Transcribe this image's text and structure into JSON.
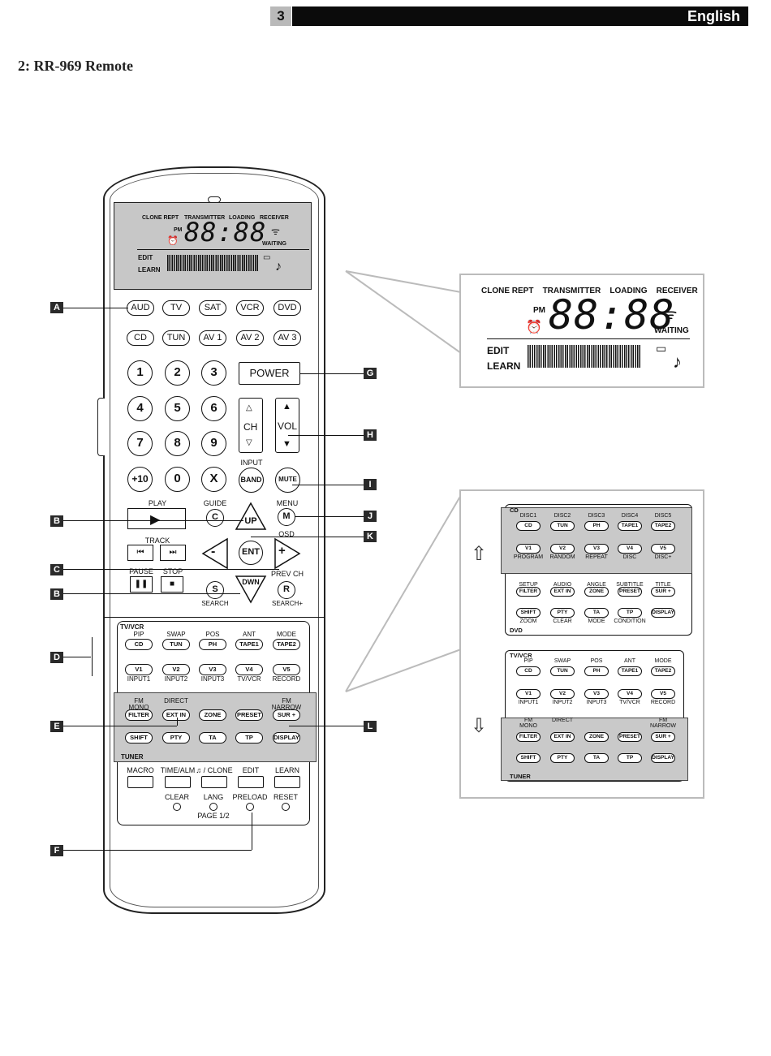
{
  "header": {
    "page_number": "3",
    "language": "English"
  },
  "section_title": "2: RR-969 Remote",
  "lcd": {
    "labels": [
      "CLONE REPT",
      "TRANSMITTER",
      "LOADING",
      "RECEIVER"
    ],
    "pm": "PM",
    "time": "88:88",
    "waiting": "WAITING",
    "edit": "EDIT",
    "learn": "LEARN"
  },
  "source_row1": [
    "AUD",
    "TV",
    "SAT",
    "VCR",
    "DVD"
  ],
  "source_row2": [
    "CD",
    "TUN",
    "AV 1",
    "AV 2",
    "AV 3"
  ],
  "keypad": [
    "1",
    "2",
    "3",
    "4",
    "5",
    "6",
    "7",
    "8",
    "9",
    "+10",
    "0",
    "X"
  ],
  "power": "POWER",
  "ch_label": "CH",
  "vol_label": "VOL",
  "input_label": "INPUT",
  "band": "BAND",
  "mute": "MUTE",
  "transport": {
    "play": "PLAY",
    "guide": "GUIDE",
    "c": "C",
    "up": "UP",
    "menu": "MENU",
    "m": "M",
    "osd": "OSD",
    "track": "TRACK",
    "ent": "ENT",
    "minus": "-",
    "plus": "+",
    "pause": "PAUSE",
    "stop": "STOP",
    "prev_ch": "PREV CH",
    "s": "S",
    "dwn": "DWN",
    "r": "R",
    "search": "SEARCH",
    "search_plus": "SEARCH+"
  },
  "lower_panel": {
    "mode_label": "TV/VCR",
    "top_labels": [
      "PIP",
      "SWAP",
      "POS",
      "ANT",
      "MODE"
    ],
    "row1": [
      "CD",
      "TUN",
      "PH",
      "TAPE1",
      "TAPE2"
    ],
    "row2": [
      "V1",
      "V2",
      "V3",
      "V4",
      "V5"
    ],
    "row2_labels": [
      "INPUT1",
      "INPUT2",
      "INPUT3",
      "TV/VCR",
      "RECORD"
    ],
    "grey_top_labels": [
      "FM\nMONO",
      "DIRECT",
      "",
      "",
      "FM\nNARROW"
    ],
    "row3": [
      "FILTER",
      "EXT IN",
      "ZONE",
      "PRESET",
      "SUR +"
    ],
    "row4": [
      "SHIFT",
      "PTY",
      "TA",
      "TP",
      "DISPLAY"
    ],
    "tuner": "TUNER",
    "func_labels": [
      "MACRO",
      "TIME/ALM",
      "♫ / CLONE",
      "EDIT",
      "LEARN"
    ],
    "small_labels": [
      "CLEAR",
      "LANG",
      "PRELOAD",
      "RESET"
    ],
    "page": "PAGE 1/2"
  },
  "cd_panel": {
    "mode_label": "CD",
    "top_labels": [
      "DISC1",
      "DISC2",
      "DISC3",
      "DISC4",
      "DISC5"
    ],
    "row1": [
      "CD",
      "TUN",
      "PH",
      "TAPE1",
      "TAPE2"
    ],
    "row2": [
      "V1",
      "V2",
      "V3",
      "V4",
      "V5"
    ],
    "row2_labels": [
      "PROGRAM",
      "RANDOM",
      "REPEAT",
      "DISC",
      "DISC+"
    ],
    "row3_labels": [
      "SETUP",
      "AUDIO",
      "ANGLE",
      "SUBTITLE",
      "TITLE"
    ],
    "row3": [
      "FILTER",
      "EXT IN",
      "ZONE",
      "PRESET",
      "SUR +"
    ],
    "row4": [
      "SHIFT",
      "PTY",
      "TA",
      "TP",
      "DISPLAY"
    ],
    "row4_labels": [
      "ZOOM",
      "CLEAR",
      "MODE",
      "CONDITION",
      ""
    ],
    "dvd": "DVD"
  },
  "tv_panel": {
    "mode_label": "TV/VCR",
    "top_labels": [
      "PIP",
      "SWAP",
      "POS",
      "ANT",
      "MODE"
    ],
    "row1": [
      "CD",
      "TUN",
      "PH",
      "TAPE1",
      "TAPE2"
    ],
    "row2": [
      "V1",
      "V2",
      "V3",
      "V4",
      "V5"
    ],
    "row2_labels": [
      "INPUT1",
      "INPUT2",
      "INPUT3",
      "TV/VCR",
      "RECORD"
    ],
    "grey_top_labels": [
      "FM\nMONO",
      "DIRECT",
      "",
      "",
      "FM\nNARROW"
    ],
    "row3": [
      "FILTER",
      "EXT IN",
      "ZONE",
      "PRESET",
      "SUR +"
    ],
    "row4": [
      "SHIFT",
      "PTY",
      "TA",
      "TP",
      "DISPLAY"
    ],
    "tuner": "TUNER"
  },
  "callouts": [
    "A",
    "B",
    "C",
    "B",
    "D",
    "E",
    "F",
    "G",
    "H",
    "I",
    "J",
    "K",
    "L"
  ]
}
